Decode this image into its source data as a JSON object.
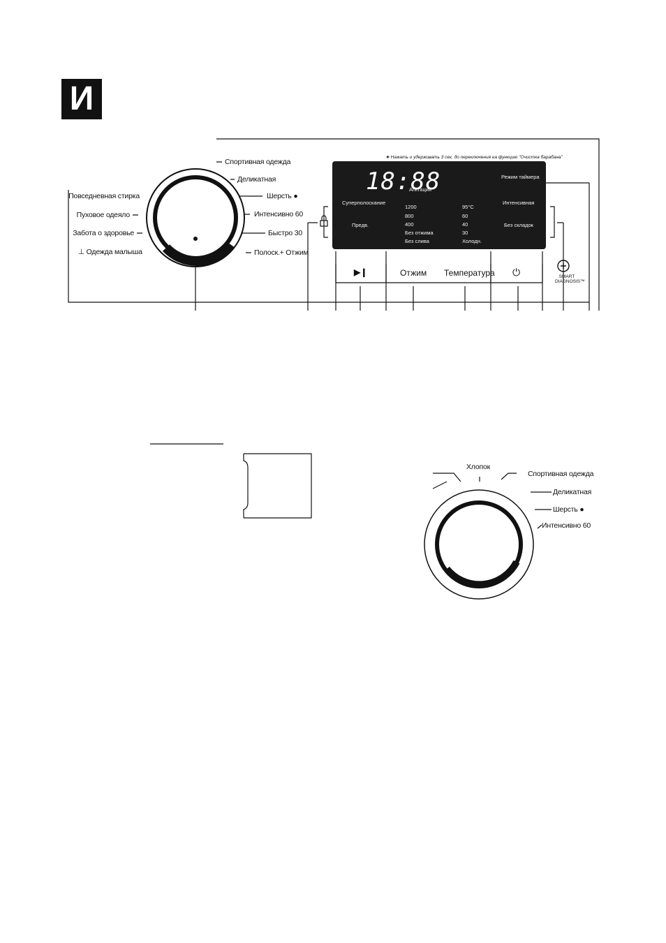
{
  "section_letter": "И",
  "top_note": "★ Нажать и удерживать 3 сек. до переключения на функцию \"Очистка барабана\"",
  "dial_labels_left": [
    "Повседневная стирка",
    "Пуховое одеяло",
    "Забота о здоровье",
    "Одежда малыша"
  ],
  "dial_labels_right": [
    "Спортивная одежда",
    "Деликатная",
    "Шерсть",
    "Интенсивно 60",
    "Быстро 30",
    "Полоск.+ Отжим"
  ],
  "display": {
    "digits": "18:88",
    "agitation": "Агитация",
    "timer_mode": "Режим таймера",
    "super_rinse": "Суперполоскание",
    "prewash": "Предв.",
    "spin_values": [
      "1200",
      "800",
      "400",
      "Без отжима",
      "Без слива"
    ],
    "temp_values": [
      "95°C",
      "60",
      "40",
      "30",
      "Холодн."
    ],
    "intensive": "Интенсивная",
    "no_crease": "Без складок"
  },
  "buttons": {
    "play_pause": "▶❙",
    "spin": "Отжим",
    "temperature": "Температура",
    "power": "⏻"
  },
  "smart_diagnosis": "SMART DIAGNOSIS™",
  "second_dial": {
    "top": "Хлопок",
    "right": [
      "Спортивная одежда",
      "Деликатная",
      "Шерсть",
      "Интенсивно 60"
    ]
  },
  "colors": {
    "ink": "#111111",
    "display_bg": "#1a1a1a",
    "display_text": "#f2f2f2"
  }
}
